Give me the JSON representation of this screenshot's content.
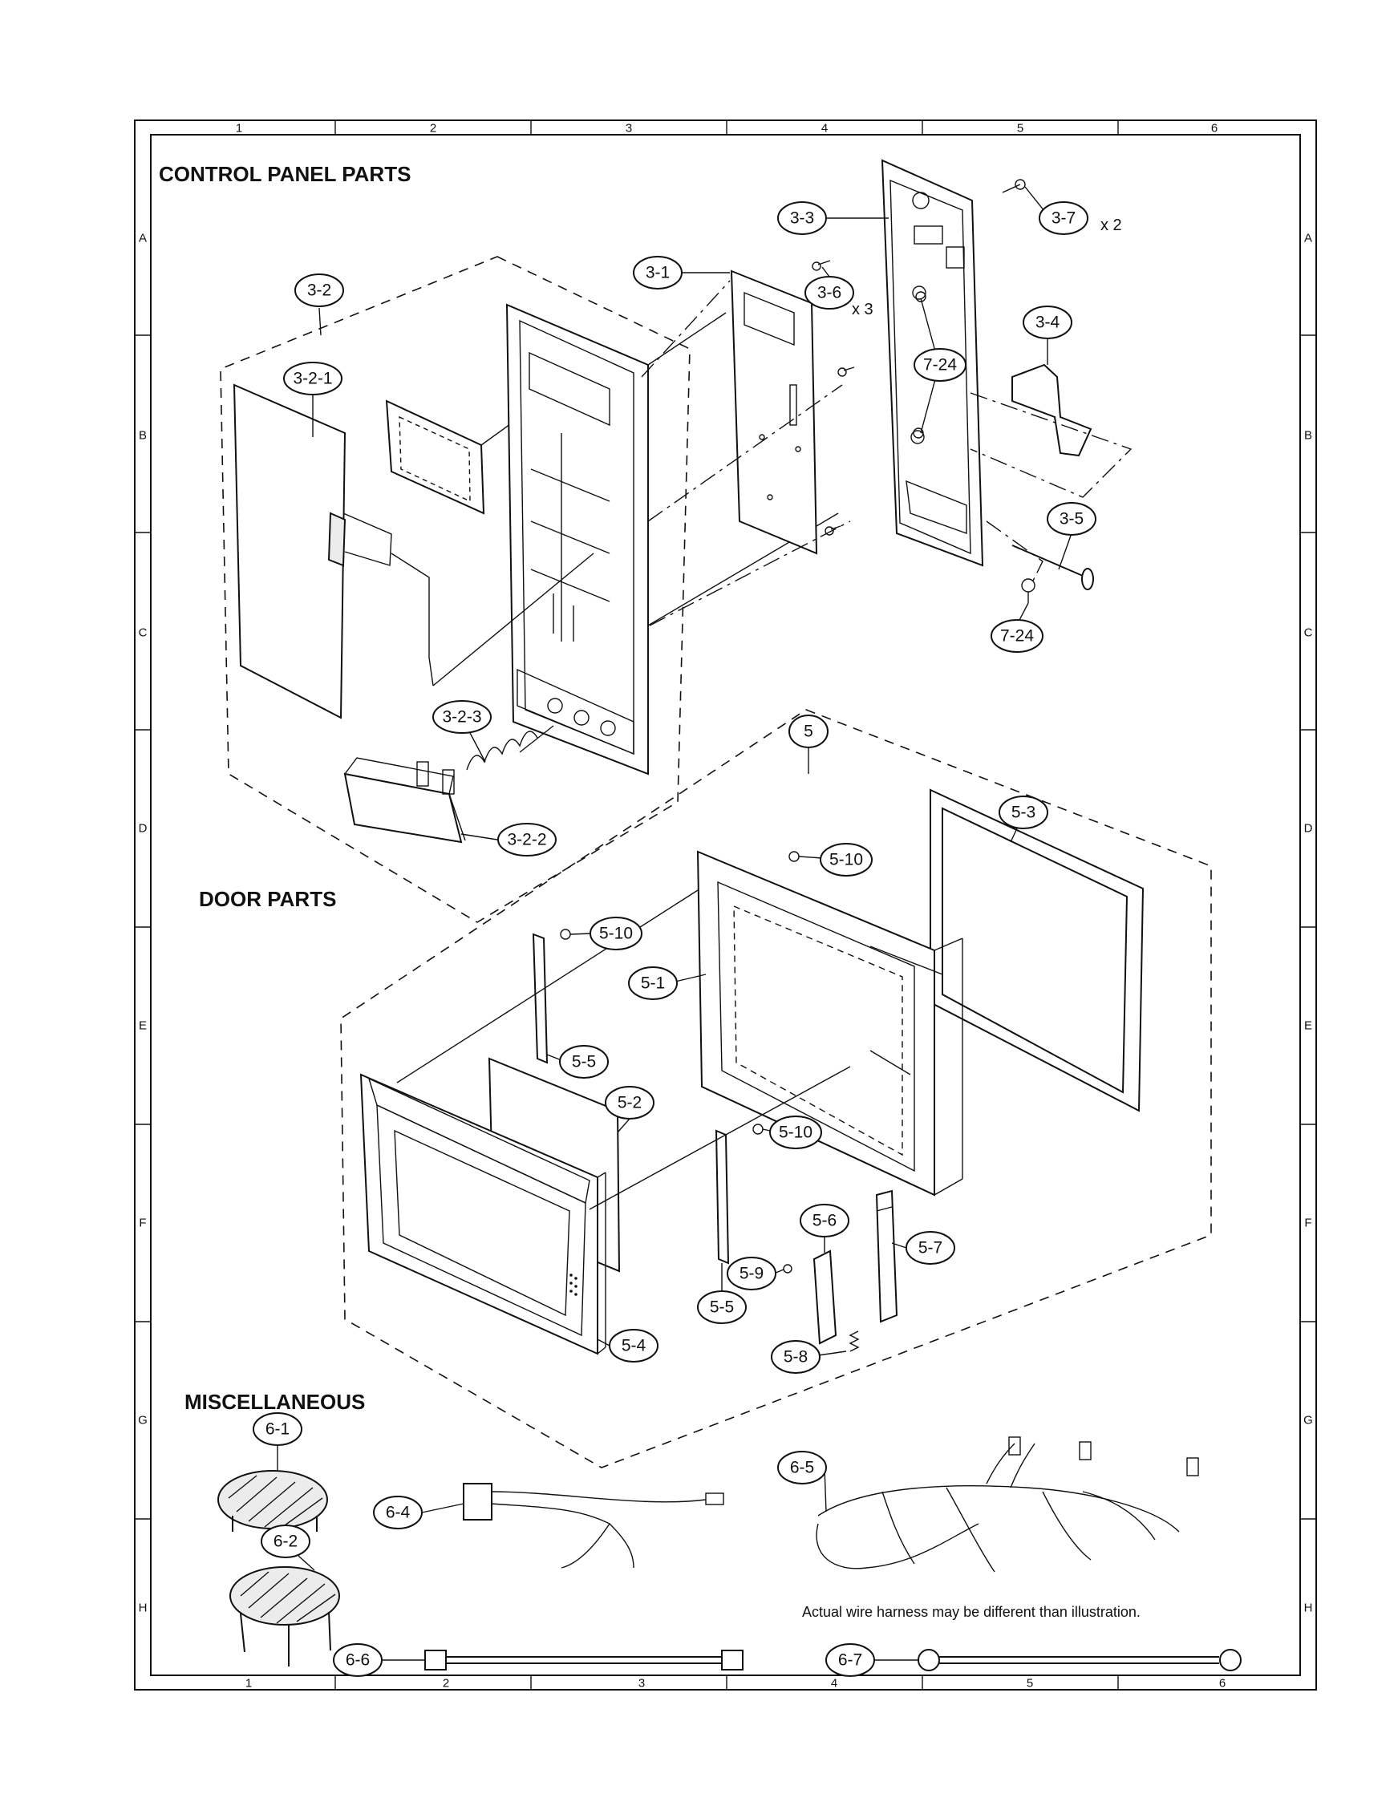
{
  "sections": {
    "control_panel": "CONTROL PANEL PARTS",
    "door": "DOOR PARTS",
    "misc": "MISCELLANEOUS"
  },
  "grid": {
    "columns": [
      "1",
      "2",
      "3",
      "4",
      "5",
      "6"
    ],
    "rows": [
      "A",
      "B",
      "C",
      "D",
      "E",
      "F",
      "G",
      "H"
    ]
  },
  "callouts": {
    "c3_2": "3-2",
    "c3_2_1": "3-2-1",
    "c3_2_2": "3-2-2",
    "c3_2_3": "3-2-3",
    "c3_1": "3-1",
    "c3_6": "3-6",
    "c3_3": "3-3",
    "c3_7": "3-7",
    "c3_4": "3-4",
    "c7_24a": "7-24",
    "c7_24b": "7-24",
    "c3_5": "3-5",
    "c5": "5",
    "c5_3": "5-3",
    "c5_10a": "5-10",
    "c5_10b": "5-10",
    "c5_10c": "5-10",
    "c5_1": "5-1",
    "c5_5a": "5-5",
    "c5_5b": "5-5",
    "c5_2": "5-2",
    "c5_4": "5-4",
    "c5_6": "5-6",
    "c5_7": "5-7",
    "c5_8": "5-8",
    "c5_9": "5-9",
    "c6_1": "6-1",
    "c6_2": "6-2",
    "c6_4": "6-4",
    "c6_5": "6-5",
    "c6_6": "6-6",
    "c6_7": "6-7"
  },
  "quantities": {
    "q3_7": "x 2",
    "q3_6": "x 3"
  },
  "note": "Actual wire harness may be different than illustration."
}
